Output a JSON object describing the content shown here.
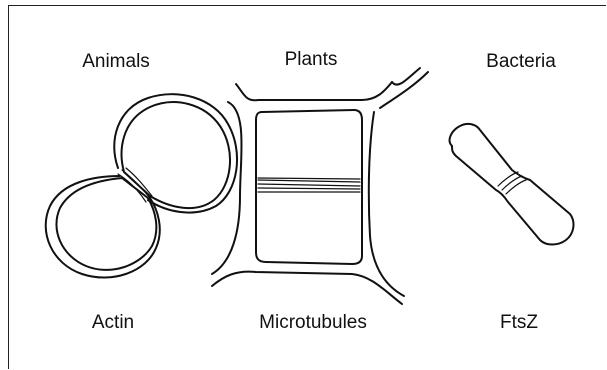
{
  "organisms": [
    {
      "name": "Animals",
      "protein": "Actin"
    },
    {
      "name": "Plants",
      "protein": "Microtubules"
    },
    {
      "name": "Bacteria",
      "protein": "FtsZ"
    }
  ]
}
